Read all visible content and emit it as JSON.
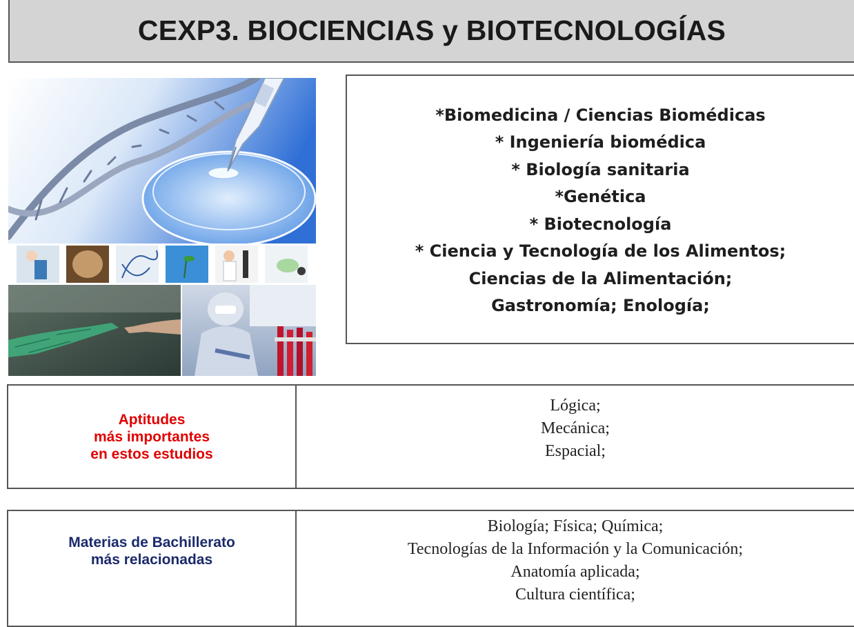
{
  "header": {
    "title": "CEXP3. BIOCIENCIAS y BIOTECNOLOGÍAS"
  },
  "collage": {
    "icons": [
      "dna-helix",
      "petri-dish",
      "pipette",
      "lab-glassware",
      "microscope",
      "robotic-hand",
      "scientist-in-protective-suit",
      "test-tubes"
    ]
  },
  "programs": {
    "lines": [
      "*Biomedicina / Ciencias Biomédicas",
      "* Ingeniería biomédica",
      "* Biología sanitaria",
      "*Genética",
      "* Biotecnología",
      "* Ciencia y Tecnología de los Alimentos;",
      "Ciencias de la Alimentación;",
      "Gastronomía; Enología;"
    ]
  },
  "aptitudes": {
    "label_lines": [
      "Aptitudes",
      "más importantes",
      "en estos estudios"
    ],
    "values": [
      "Lógica;",
      "Mecánica;",
      "Espacial;"
    ],
    "label_color": "#e00000"
  },
  "materias": {
    "label_lines": [
      "Materias de Bachillerato",
      "más relacionadas"
    ],
    "values": [
      "Biología; Física; Química;",
      "Tecnologías de la Información y la Comunicación;",
      "Anatomía aplicada;",
      "Cultura científica;"
    ],
    "label_color": "#1b2a6b"
  }
}
